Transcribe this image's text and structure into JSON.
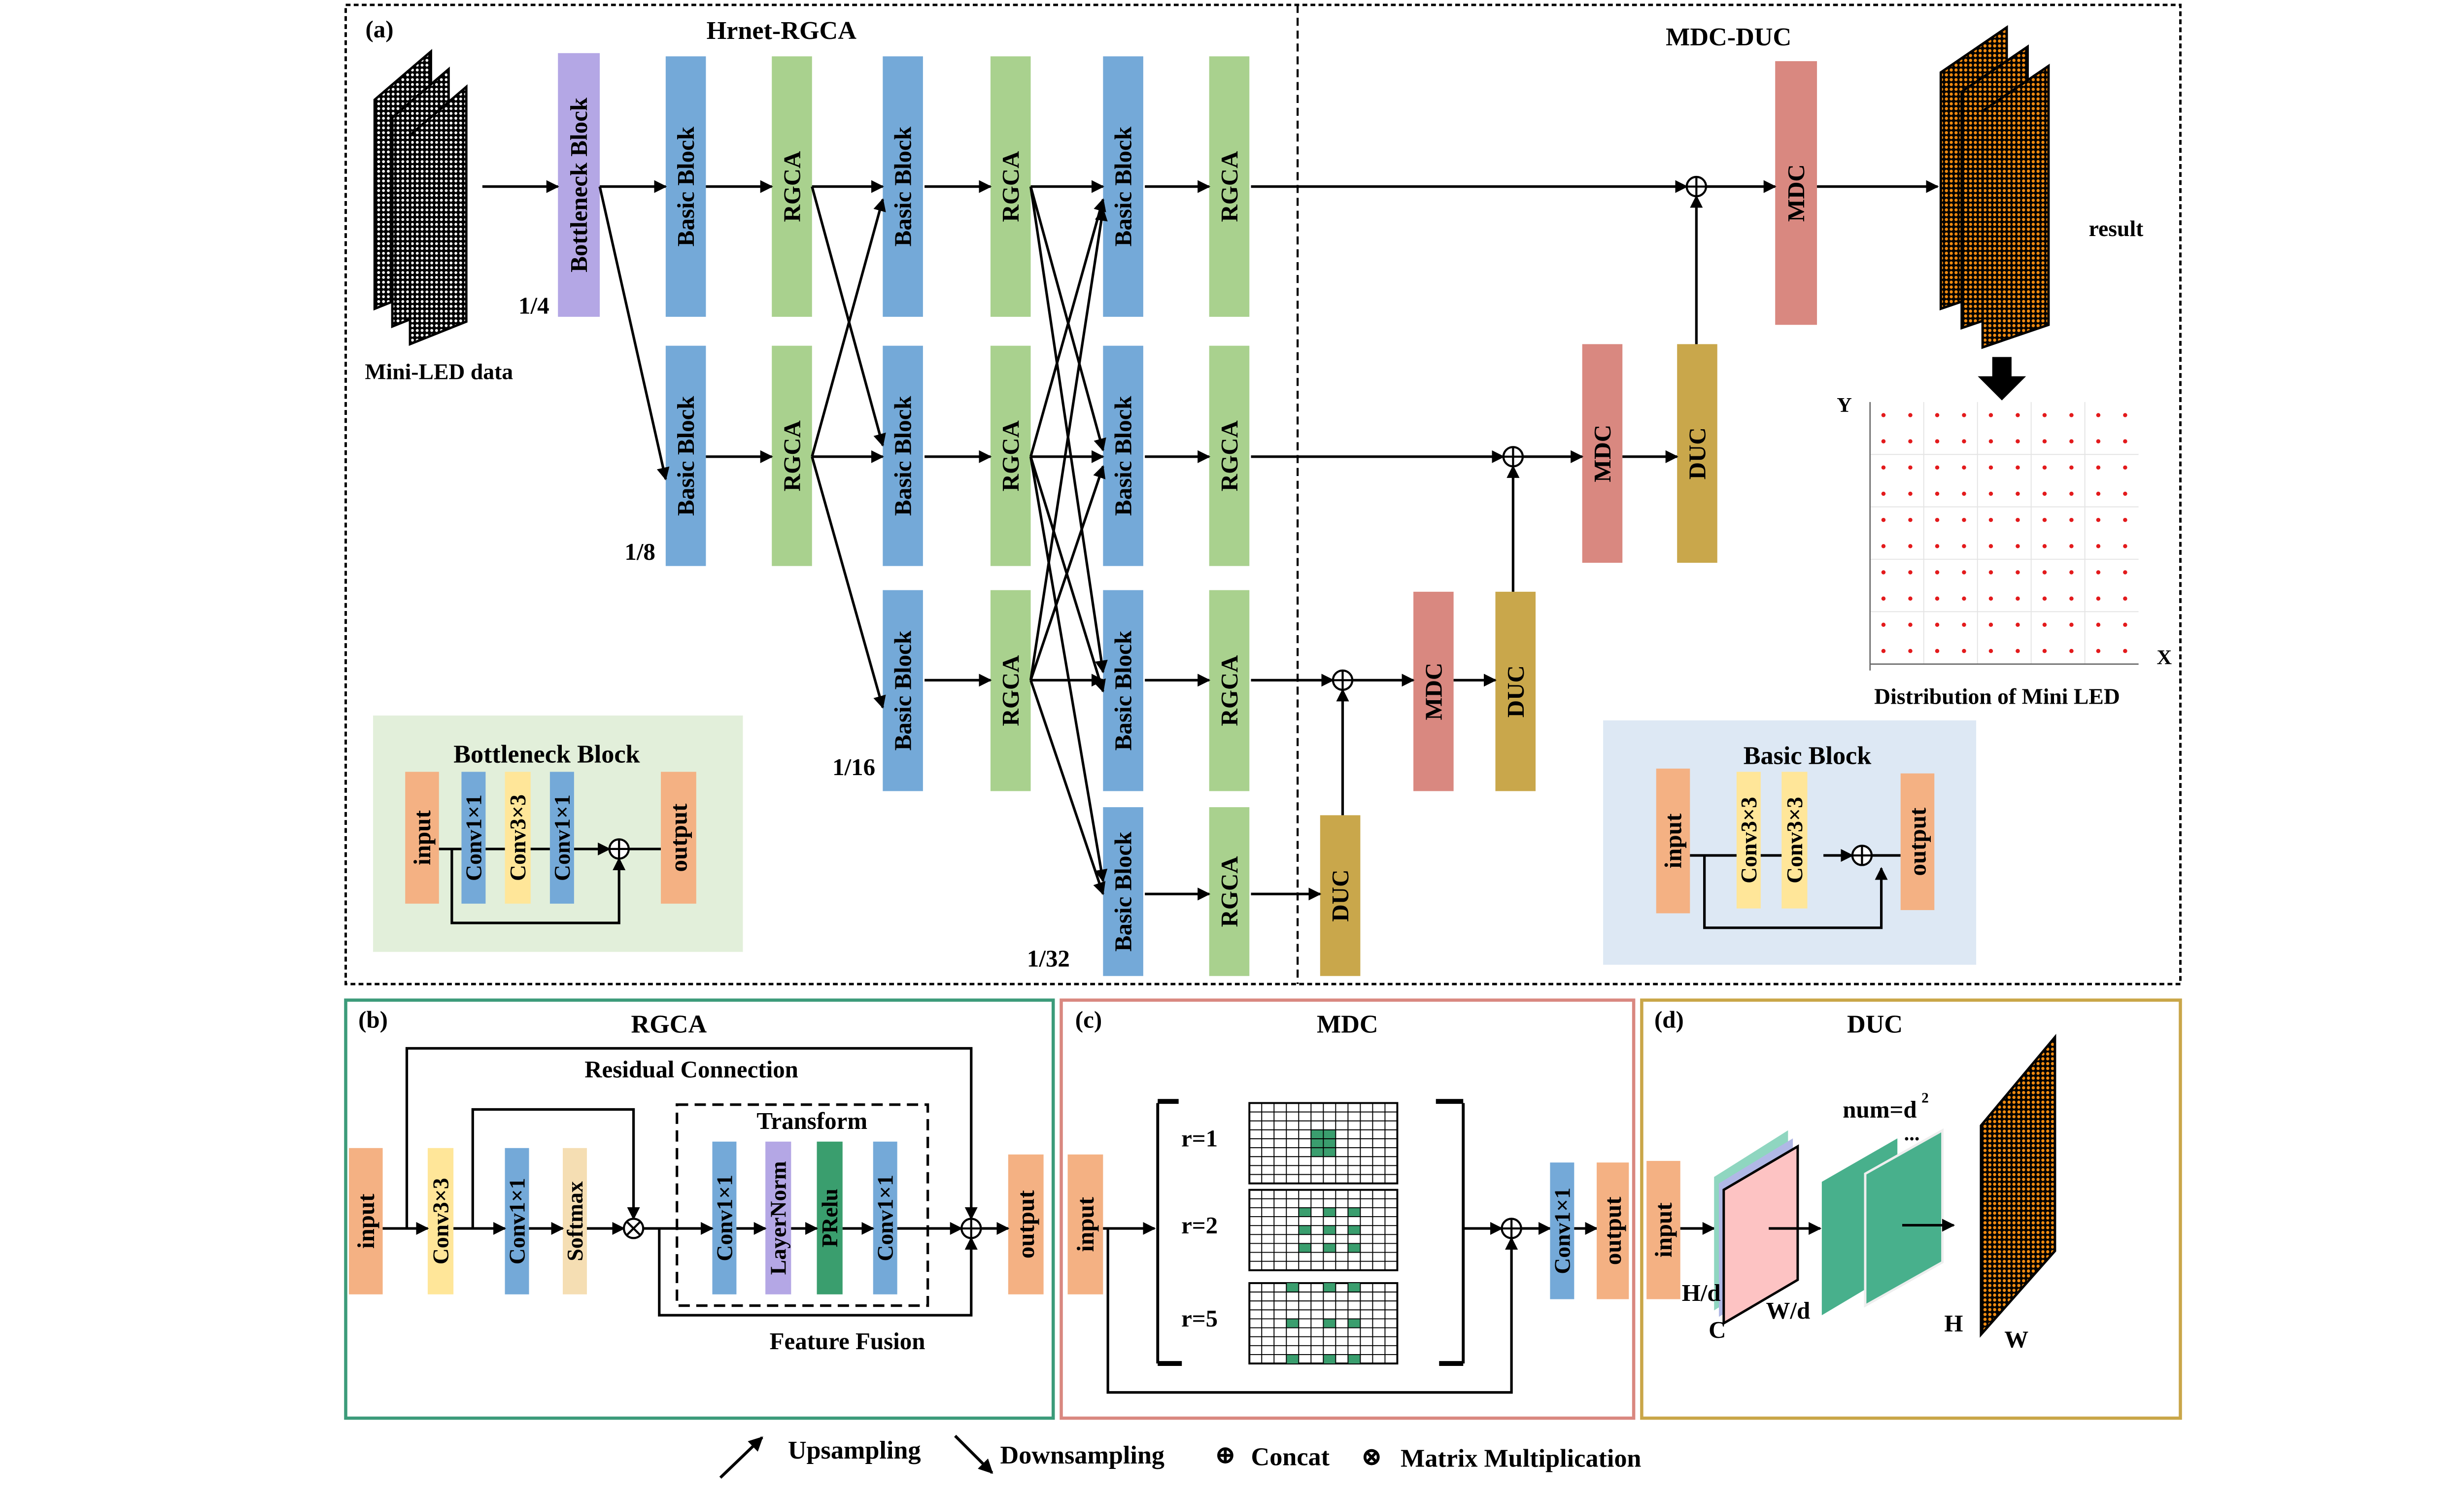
{
  "colors": {
    "basic_block": "#74a9d8",
    "rgca": "#a9d18e",
    "bottleneck": "#b4a7e5",
    "mdc": "#d98880",
    "duc": "#c9a74b",
    "io": "#f4b183",
    "conv3": "#ffe699",
    "softmax": "#f5deb3",
    "layernorm": "#b4a7e5",
    "prelu": "#3a9e6e",
    "panel_b": "#3c9b7a",
    "panel_c": "#d98880",
    "panel_d": "#c9a648",
    "bottleneck_title": "#7030a0",
    "basic_title": "#4472c4",
    "led_dot": "#e31a1c"
  },
  "panel_a": {
    "label": "(a)",
    "title_left": "Hrnet-RGCA",
    "title_right": "MDC-DUC",
    "input_caption": "Mini-LED data",
    "result_caption": "result",
    "scales": [
      "1/4",
      "1/8",
      "1/16",
      "1/32"
    ],
    "blocks": {
      "bottleneck": "Bottleneck Block",
      "basic": "Basic Block",
      "rgca": "RGCA",
      "mdc": "MDC",
      "duc": "DUC"
    },
    "plot": {
      "y_axis": "Y",
      "x_axis": "X",
      "caption": "Distribution of Mini LED",
      "dot_grid": [
        10,
        10
      ]
    },
    "bottleneck_inset": {
      "title": "Bottleneck Block",
      "input": "input",
      "layers": [
        "Conv1×1",
        "Conv3×3",
        "Conv1×1"
      ],
      "output": "output"
    },
    "basic_inset": {
      "title": "Basic Block",
      "input": "input",
      "layers": [
        "Conv3×3",
        "Conv3×3"
      ],
      "output": "output"
    }
  },
  "panel_b": {
    "label": "(b)",
    "title": "RGCA",
    "input": "input",
    "conv3": "Conv3×3",
    "conv1": "Conv1×1",
    "softmax": "Softmax",
    "transform_title": "Transform",
    "transform_layers": [
      "Conv1×1",
      "LayerNorm",
      "PRelu",
      "Conv1×1"
    ],
    "output": "output",
    "residual": "Residual Connection",
    "fusion": "Feature Fusion"
  },
  "panel_c": {
    "label": "(c)",
    "title": "MDC",
    "input": "input",
    "rates": [
      "r=1",
      "r=2",
      "r=5"
    ],
    "conv": "Conv1×1",
    "output": "output"
  },
  "panel_d": {
    "label": "(d)",
    "title": "DUC",
    "input": "input",
    "num": "num=d",
    "num_sup": "2",
    "ellipsis": "...",
    "h_d": "H/d",
    "c": "C",
    "w_d": "W/d",
    "h": "H",
    "w": "W"
  },
  "legend": {
    "upsampling": "Upsampling",
    "downsampling": "Downsampling",
    "concat_symbol": "⊕",
    "concat": "Concat",
    "matmul_symbol": "⊗",
    "matmul": "Matrix Multiplication"
  }
}
